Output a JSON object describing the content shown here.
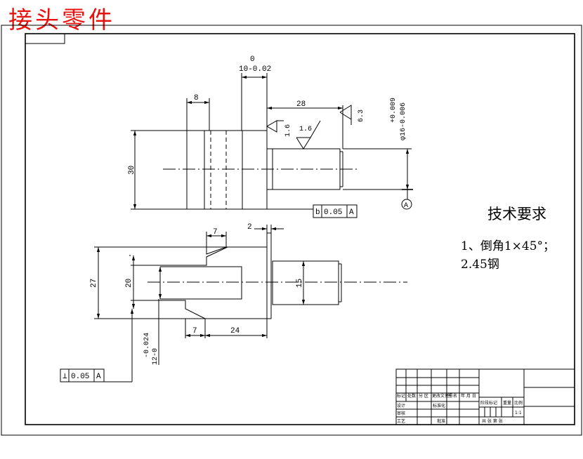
{
  "title": "接头零件",
  "colors": {
    "title": "#e8130f",
    "line": "#000000",
    "paper": "#ffffff"
  },
  "dimensions": {
    "top_view": {
      "flange_width": "8",
      "height": "30",
      "slot_tol_upper": "0",
      "slot_width": "10-0.02",
      "shaft_length": "28",
      "shaft_dia_tol_upper": "+0.009",
      "shaft_dia": "φ16-0.006",
      "roughness_a": "1.6",
      "roughness_b": "1.6",
      "roughness_c": "6.3",
      "datum_ref": "A"
    },
    "front_view": {
      "slot_depth": "7",
      "wall": "2",
      "outer_height": "27",
      "slot_height": "20",
      "shaft_dia": "15",
      "slot_base_width": "7",
      "body_width": "24",
      "tol_upper": "-0.024",
      "tol_base": "12-0"
    }
  },
  "gdt": {
    "frame1": {
      "symbol": "b",
      "value": "0.05",
      "datum": "A"
    },
    "frame2": {
      "symbol": "⊥",
      "value": "0.05",
      "datum": "A"
    }
  },
  "tech_req": {
    "heading": "技术要求",
    "items": [
      "1、倒角1×45°；",
      "2.45钢"
    ]
  },
  "title_block": {
    "r1": [
      "标记",
      "处数",
      "分 区",
      "更改文件号",
      "签 名",
      "年 月 日"
    ],
    "design": "设计",
    "check": "审核",
    "process": "工艺",
    "standardize": "标准化",
    "approve": "批准",
    "stage_mark": "阶段标记",
    "weight": "重量",
    "scale": "比例",
    "scale_value": "1:1",
    "sheets": "共 张 第 张"
  }
}
